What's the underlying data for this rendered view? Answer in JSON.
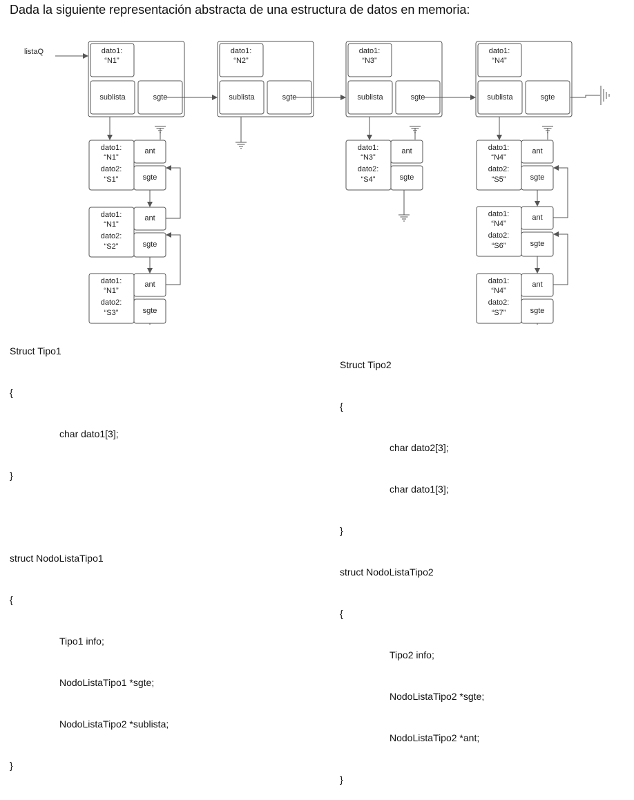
{
  "title": "Dada la siguiente representación abstracta de una estructura de datos en memoria:",
  "diagram": {
    "pointer_label": "listaQ",
    "colors": {
      "stroke": "#555555",
      "fill": "#ffffff",
      "text": "#222222"
    },
    "main_nodes": [
      {
        "field_label": "dato1:",
        "value": "“N1”",
        "sublista": "sublista",
        "sgte": "sgte"
      },
      {
        "field_label": "dato1:",
        "value": "“N2”",
        "sublista": "sublista",
        "sgte": "sgte"
      },
      {
        "field_label": "dato1:",
        "value": "“N3”",
        "sublista": "sublista",
        "sgte": "sgte"
      },
      {
        "field_label": "dato1:",
        "value": "“N4”",
        "sublista": "sublista",
        "sgte": "sgte"
      }
    ],
    "sub_nodes": [
      {
        "dato1_label": "dato1:",
        "dato1": "“N1”",
        "dato2_label": "dato2:",
        "dato2": "“S1”",
        "ant": "ant",
        "sgte": "sgte"
      },
      {
        "dato1_label": "dato1:",
        "dato1": "“N1”",
        "dato2_label": "dato2:",
        "dato2": "“S2”",
        "ant": "ant",
        "sgte": "sgte"
      },
      {
        "dato1_label": "dato1:",
        "dato1": "“N1”",
        "dato2_label": "dato2:",
        "dato2": "“S3”",
        "ant": "ant",
        "sgte": "sgte"
      },
      {
        "dato1_label": "dato1:",
        "dato1": "“N3”",
        "dato2_label": "dato2:",
        "dato2": "“S4”",
        "ant": "ant",
        "sgte": "sgte"
      },
      {
        "dato1_label": "dato1:",
        "dato1": "“N4”",
        "dato2_label": "dato2:",
        "dato2": "“S5”",
        "ant": "ant",
        "sgte": "sgte"
      },
      {
        "dato1_label": "dato1:",
        "dato1": "“N4”",
        "dato2_label": "dato2:",
        "dato2": "“S6”",
        "ant": "ant",
        "sgte": "sgte"
      },
      {
        "dato1_label": "dato1:",
        "dato1": "“N4”",
        "dato2_label": "dato2:",
        "dato2": "“S7”",
        "ant": "ant",
        "sgte": "sgte"
      }
    ]
  },
  "code_left": [
    "Struct Tipo1",
    "{",
    "char dato1[3];",
    "}",
    "",
    "struct NodoListaTipo1",
    "{",
    "Tipo1 info;",
    "NodoListaTipo1 *sgte;",
    "NodoListaTipo2 *sublista;",
    "}"
  ],
  "code_right": [
    "Struct Tipo2",
    "{",
    "char dato2[3];",
    "char dato1[3];",
    "}",
    "struct NodoListaTipo2",
    "{",
    "Tipo2 info;",
    "NodoListaTipo2 *sgte;",
    "NodoListaTipo2 *ant;",
    "}"
  ]
}
